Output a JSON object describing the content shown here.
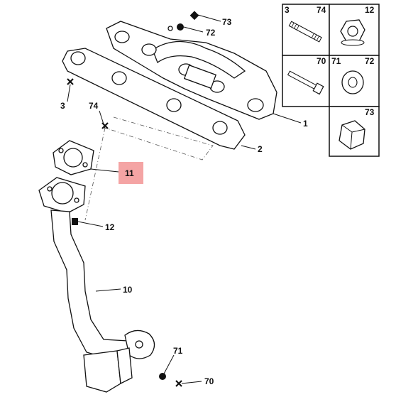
{
  "callouts": {
    "c1": "1",
    "c2": "2",
    "c3": "3",
    "c10": "10",
    "c11": "11",
    "c12": "12",
    "c70": "70",
    "c71": "71",
    "c72": "72",
    "c73": "73",
    "c74": "74"
  },
  "legend": {
    "cell_3_74": {
      "left": "3",
      "right": "74"
    },
    "cell_12": {
      "right": "12"
    },
    "cell_70": {
      "right": "70"
    },
    "cell_71_72": {
      "left": "71",
      "right": "72"
    },
    "cell_73": {
      "right": "73"
    }
  },
  "highlight_color": "#f4a4a4"
}
